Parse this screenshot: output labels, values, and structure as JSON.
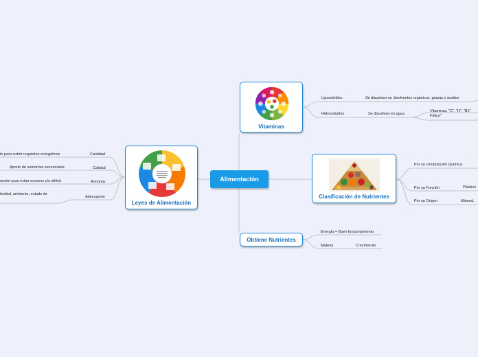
{
  "central": "Alimentación",
  "vitaminas": {
    "title": "Vitaminas",
    "liposolubles": "Liposolubles",
    "liposolubles_desc": "Se disuelven en disolventes orgánicos, grasas y aceites",
    "hidrosolubles": "Hidrosolubles",
    "hidrosolubles_desc": "Se disuelven en agua",
    "hidrosolubles_ex1": "Vitaminas, \"C\", \"H\", \"B1\"",
    "hidrosolubles_ex2": "Fólico\""
  },
  "clasificacion": {
    "title": "Clasificación de Nutrientes",
    "composicion": "Por su composición Química",
    "funcion": "Por su Función",
    "funcion_val": "Plástico",
    "origen": "Por su Origen",
    "origen_val": "Mineral,"
  },
  "obtiene": {
    "title": "Obtiene Nutrientes",
    "energia": "Energía = Buen funcionamiento",
    "materia": "Materia",
    "crecimiento": "Crecimiento"
  },
  "leyes": {
    "title": "Leyes de Alimentación",
    "cantidad": "Cantidad",
    "cantidad_desc": "te para cubrir requisitos energéticos",
    "calidad": "Calidad",
    "calidad_desc": "Aporte de nutrientes escenciales",
    "armonia": "Armonía",
    "armonia_desc": "orción para evitar excesos y/o déficit",
    "adecuacion": "Adecuación",
    "adecuacion_desc": "tividad, ambiente, estado de"
  },
  "colors": {
    "background": "#eef1fb",
    "central": "#1a9be8",
    "node_border": "#1a84d8",
    "title_text": "#1b6fb7",
    "connector": "#bfc3cc"
  },
  "images": {
    "vitaminas": "vitamin-wheel",
    "clasificacion": "food-pyramid",
    "leyes": "nutrition-laws-wheel"
  }
}
